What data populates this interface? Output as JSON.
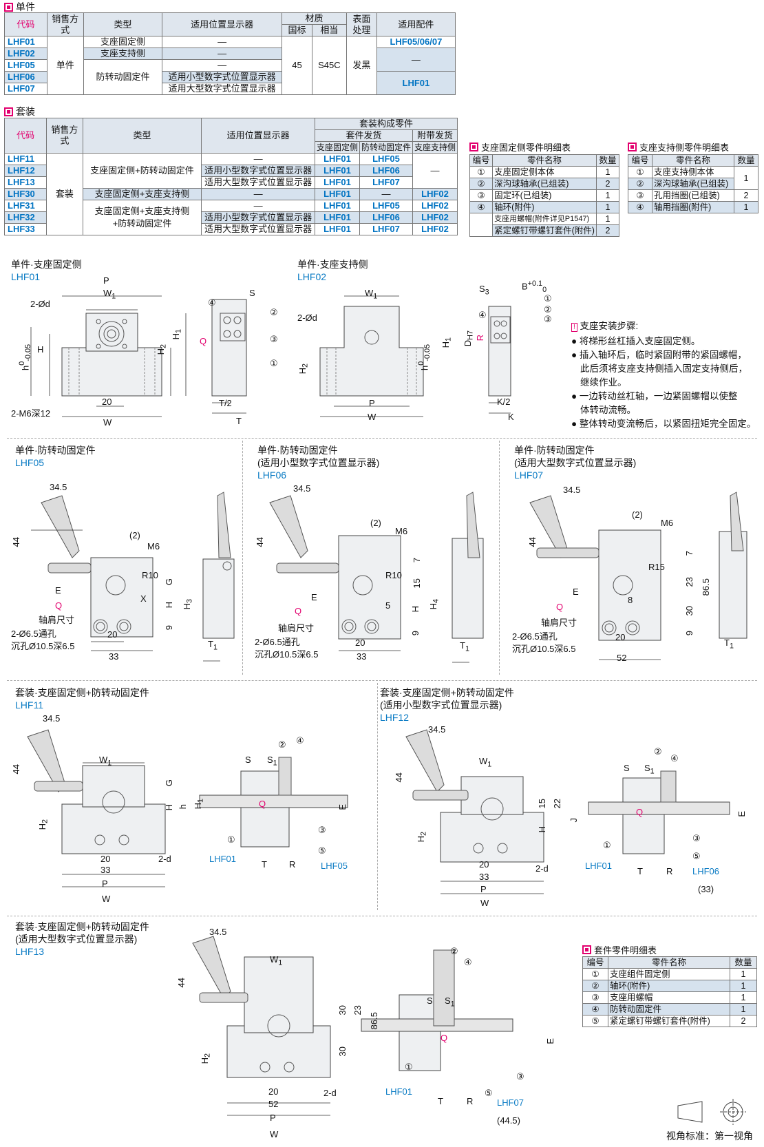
{
  "single": {
    "title": "单件",
    "headers": {
      "code": "代码",
      "sales": "销售方式",
      "type": "类型",
      "display": "适用位置显示器",
      "material": "材质",
      "mat_std": "国标",
      "mat_eq": "相当",
      "surface": "表面处理",
      "parts": "适用配件"
    },
    "rows": [
      {
        "code": "LHF01",
        "type": "支座固定侧",
        "display": "—",
        "parts": "LHF05/06/07"
      },
      {
        "code": "LHF02",
        "type": "支座支持侧",
        "display": "—",
        "parts": "—"
      },
      {
        "code": "LHF05",
        "sales": "单件",
        "type": "",
        "display": "—",
        "mat_std": "45",
        "mat_eq": "S45C",
        "surface": "发黑"
      },
      {
        "code": "LHF06",
        "type": "防转动固定件",
        "display": "适用小型数字式位置显示器",
        "parts": "LHF01"
      },
      {
        "code": "LHF07",
        "display": "适用大型数字式位置显示器"
      }
    ]
  },
  "set": {
    "title": "套装",
    "headers": {
      "code": "代码",
      "sales": "销售方式",
      "type": "类型",
      "display": "适用位置显示器",
      "parts": "套装构成零件",
      "ship": "套件发货",
      "attached": "附带发货",
      "fixed": "支座固定侧",
      "anti": "防转动固定件",
      "support": "支座支持侧"
    },
    "rows": [
      {
        "code": "LHF11",
        "display": "—",
        "fixed": "LHF01",
        "anti": "LHF05",
        "support": ""
      },
      {
        "code": "LHF12",
        "type": "支座固定侧+防转动固定件",
        "display": "适用小型数字式位置显示器",
        "fixed": "LHF01",
        "anti": "LHF06",
        "support": "—"
      },
      {
        "code": "LHF13",
        "display": "适用大型数字式位置显示器",
        "fixed": "LHF01",
        "anti": "LHF07",
        "support": ""
      },
      {
        "code": "LHF30",
        "sales": "套装",
        "type": "支座固定侧+支座支持侧",
        "display": "—",
        "fixed": "LHF01",
        "anti": "—",
        "support": "LHF02"
      },
      {
        "code": "LHF31",
        "display": "—",
        "fixed": "LHF01",
        "anti": "LHF05",
        "support": "LHF02"
      },
      {
        "code": "LHF32",
        "type": "支座固定侧+支座支持侧",
        "type2": "+防转动固定件",
        "display": "适用小型数字式位置显示器",
        "fixed": "LHF01",
        "anti": "LHF06",
        "support": "LHF02"
      },
      {
        "code": "LHF33",
        "display": "适用大型数字式位置显示器",
        "fixed": "LHF01",
        "anti": "LHF07",
        "support": "LHF02"
      }
    ]
  },
  "fixed_parts": {
    "title": "支座固定侧零件明细表",
    "headers": {
      "no": "编号",
      "name": "零件名称",
      "qty": "数量"
    },
    "rows": [
      {
        "no": "①",
        "name": "支座固定侧本体",
        "qty": "1"
      },
      {
        "no": "②",
        "name": "深沟球轴承(已组装)",
        "qty": "2"
      },
      {
        "no": "③",
        "name": "固定环(已组装)",
        "qty": "1"
      },
      {
        "no": "④",
        "name": "轴环(附件)",
        "qty": "1"
      },
      {
        "no": "",
        "name": "支座用螺帽(附件详见P1547)",
        "qty": "1"
      },
      {
        "no": "",
        "name": "紧定螺钉带螺钉套件(附件)",
        "qty": "2"
      }
    ]
  },
  "support_parts": {
    "title": "支座支持侧零件明细表",
    "headers": {
      "no": "编号",
      "name": "零件名称",
      "qty": "数量"
    },
    "rows": [
      {
        "no": "①",
        "name": "支座支持侧本体",
        "qty": "1"
      },
      {
        "no": "②",
        "name": "深沟球轴承(已组装)",
        "qty": ""
      },
      {
        "no": "③",
        "name": "孔用挡圈(已组装)",
        "qty": "2"
      },
      {
        "no": "④",
        "name": "轴用挡圈(附件)",
        "qty": "1"
      }
    ]
  },
  "kit_parts": {
    "title": "套件零件明细表",
    "headers": {
      "no": "编号",
      "name": "零件名称",
      "qty": "数量"
    },
    "rows": [
      {
        "no": "①",
        "name": "支座组件固定侧",
        "qty": "1"
      },
      {
        "no": "②",
        "name": "轴环(附件)",
        "qty": "1"
      },
      {
        "no": "③",
        "name": "支座用螺帽",
        "qty": "1"
      },
      {
        "no": "④",
        "name": "防转动固定件",
        "qty": "1"
      },
      {
        "no": "⑤",
        "name": "紧定螺钉带螺钉套件(附件)",
        "qty": "2"
      }
    ]
  },
  "install": {
    "title": "支座安装步骤:",
    "steps": [
      "将梯形丝杠插入支座固定侧。",
      "插入轴环后，临时紧固附带的紧固螺帽，",
      "此后须将支座支持侧插入固定支持侧后，",
      "继续作业。",
      "一边转动丝杠轴，一边紧固螺帽以使整",
      "体转动流畅。",
      "整体转动变流畅后，以紧固扭矩完全固定。"
    ]
  },
  "drawings": {
    "lhf01": {
      "title": "单件·支座固定侧",
      "code": "LHF01"
    },
    "lhf02": {
      "title": "单件·支座支持侧",
      "code": "LHF02"
    },
    "lhf05": {
      "title": "单件·防转动固定件",
      "code": "LHF05"
    },
    "lhf06": {
      "title": "单件·防转动固定件",
      "sub": "(适用小型数字式位置显示器)",
      "code": "LHF06"
    },
    "lhf07": {
      "title": "单件·防转动固定件",
      "sub": "(适用大型数字式位置显示器)",
      "code": "LHF07"
    },
    "lhf11": {
      "title": "套装·支座固定侧+防转动固定件",
      "code": "LHF11"
    },
    "lhf12": {
      "title": "套装·支座固定侧+防转动固定件",
      "sub": "(适用小型数字式位置显示器)",
      "code": "LHF12"
    },
    "lhf13": {
      "title": "套装·支座固定侧+防转动固定件",
      "sub": "(适用大型数字式位置显示器)",
      "code": "LHF13"
    }
  },
  "view_standard": "视角标准：第一视角"
}
